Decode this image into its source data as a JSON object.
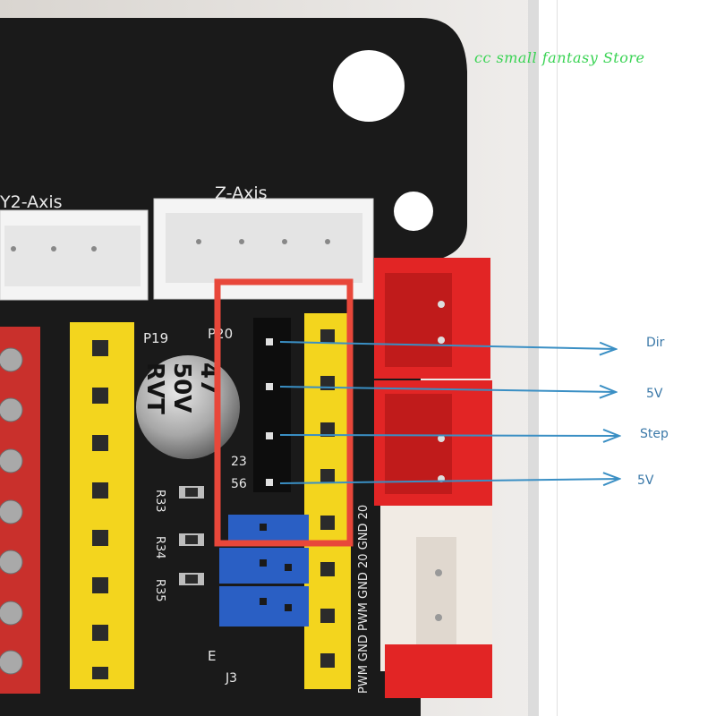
{
  "watermark": {
    "text": "cc small fantasy Store",
    "color": "#39d353"
  },
  "annotations": {
    "dir": "Dir",
    "v5_top": "5V",
    "step": "Step",
    "v5_bottom": "5V",
    "arrow_color": "#3a8fc4",
    "highlight_color": "#e8473a"
  },
  "board": {
    "label_y2": "Y2-Axis",
    "label_z": "Z-Axis",
    "label_p19": "P19",
    "label_p20": "P20",
    "label_23": "23",
    "label_56": "56",
    "label_r33": "R33",
    "label_r34": "R34",
    "label_r35": "R35",
    "label_e": "E",
    "label_j3": "J3",
    "vertical_labels": "PWM  GND  PWM  GND  20  GND  20",
    "capacitor_value": "47",
    "capacitor_voltage": "50V",
    "capacitor_brand": "RVT"
  }
}
